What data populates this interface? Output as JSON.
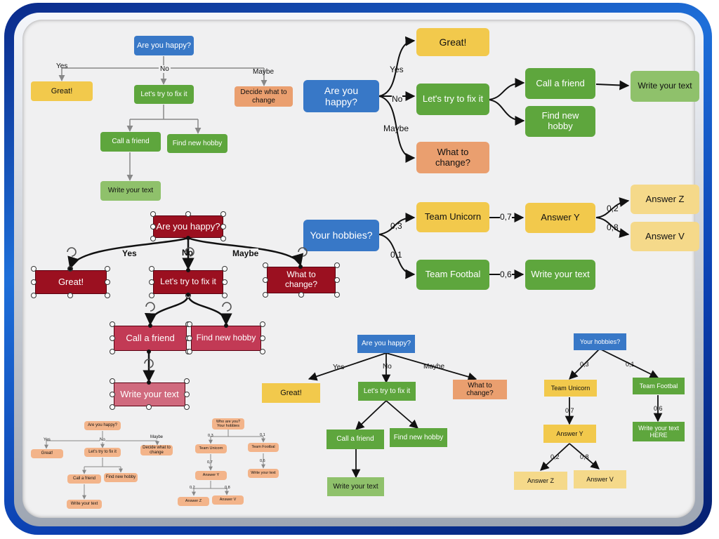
{
  "diagram_a": {
    "root": "Are you happy?",
    "edges": [
      "Yes",
      "No",
      "Maybe"
    ],
    "yes": "Great!",
    "no": "Let's try to fix it",
    "maybe": "Decide what to change",
    "child1": "Call a friend",
    "child2": "Find new hobby",
    "leaf": "Write your text"
  },
  "diagram_b": {
    "root": "Are you happy?",
    "edges": [
      "Yes",
      "No",
      "Maybe"
    ],
    "yes": "Great!",
    "no": "Let's try to fix it",
    "maybe": "What to change?",
    "child1": "Call a friend",
    "child2": "Find new hobby",
    "leaf": "Write your text"
  },
  "diagram_c": {
    "root": "Your hobbies?",
    "edge_a": "0,3",
    "edge_b": "0,1",
    "team_a": "Team Unicorn",
    "team_b": "Team Footbal",
    "edge_c": "0,7",
    "edge_d": "0,6",
    "answer_y": "Answer Y",
    "leaf_b": "Write your text",
    "edge_e": "0,2",
    "edge_f": "0,8",
    "answer_z": "Answer Z",
    "answer_v": "Answer V"
  },
  "diagram_d": {
    "root": "Are you happy?",
    "edges": [
      "Yes",
      "No",
      "Maybe"
    ],
    "yes": "Great!",
    "no": "Let's try to fix it",
    "maybe": "What to change?",
    "child1": "Call a friend",
    "child2": "Find new hobby",
    "leaf": "Write your text"
  },
  "diagram_e": {
    "root": "Are you happy?",
    "edges": [
      "Yes",
      "No",
      "Maybe"
    ],
    "yes": "Great!",
    "no": "Let's try to fix it",
    "maybe_1": "What to",
    "maybe_2": "change?",
    "child1": "Call a friend",
    "child2": "Find new hobby",
    "leaf": "Write your text"
  },
  "diagram_f": {
    "root": "Your hobbies?",
    "edge_a": "0,3",
    "edge_b": "0,1",
    "team_a": "Team Unicorn",
    "team_b": "Team Footbal",
    "edge_c": "0,7",
    "edge_d": "0,6",
    "answer_y": "Answer Y",
    "leaf_1": "Write your text",
    "leaf_2": "HERE",
    "edge_e": "0,2",
    "edge_f": "0,8",
    "answer_z": "Answer Z",
    "answer_v": "Answer V"
  },
  "diagram_g": {
    "root": "Are you happy?",
    "edges": [
      "Yes",
      "No",
      "Maybe"
    ],
    "yes": "Great!",
    "no": "Let's try to fix it",
    "maybe": "Decide what to change",
    "child1": "Call a friend",
    "child2": "Find new hobby",
    "leaf": "Write your text"
  },
  "diagram_h": {
    "root_1": "Who are you?",
    "root_2": "Your hobbies",
    "edge_a": "0,3",
    "edge_b": "0,1",
    "team_a": "Team Unicorn",
    "team_b": "Team Footbal",
    "edge_c": "0,7",
    "edge_d": "0,6",
    "answer_y": "Answer Y",
    "leaf_b": "Write your text",
    "edge_e": "0,2",
    "edge_f": "0,8",
    "answer_z": "Answer Z",
    "answer_v": "Answer V"
  },
  "colors": {
    "frame": "#1e6fd9",
    "blue": "#3878c7",
    "yellow": "#f2c94c",
    "green": "#5ea63d",
    "orange": "#ea9f6f",
    "red": "#9b1020"
  }
}
